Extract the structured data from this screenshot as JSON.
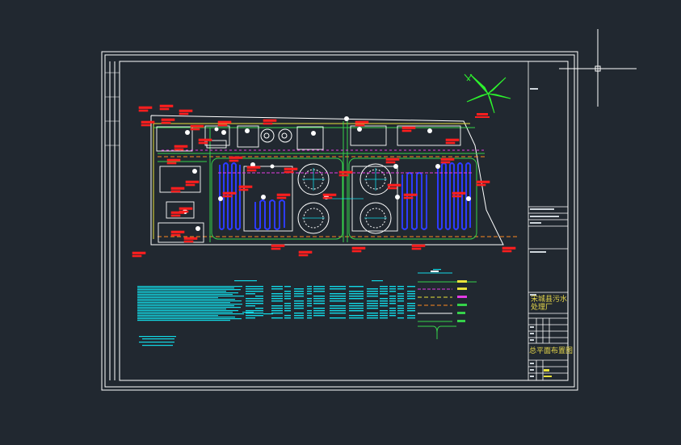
{
  "title_block": {
    "project_line1": "宋城县污水",
    "project_line2": "处理厂",
    "drawing_name": "总平面布置图"
  },
  "colors": {
    "background": "#212830",
    "frame": "#ffffff",
    "pipe_blue": "#2d3bff",
    "pipe_green": "#35d24a",
    "pipe_yellow": "#e9e23a",
    "pipe_orange": "#ff8a1f",
    "pipe_magenta": "#e53be5",
    "callout_red": "#ff1e1e",
    "table_cyan": "#12d9e6",
    "compass_green": "#2df22d"
  },
  "icons": [
    "north-arrow-icon",
    "crosshair-cursor-icon"
  ]
}
